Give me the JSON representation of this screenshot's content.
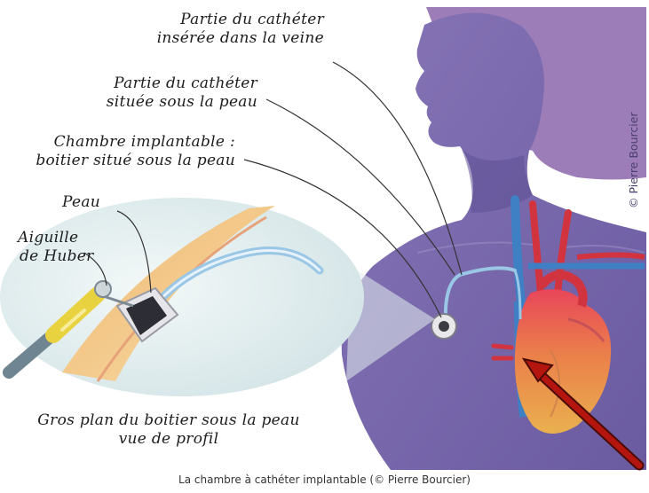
{
  "labels": {
    "catheter_in_vein": [
      "Partie du cathéter",
      "insérée dans la veine"
    ],
    "catheter_under_skin": [
      "Partie du cathéter",
      "située sous la peau"
    ],
    "implantable_chamber": [
      "Chambre implantable :",
      "boitier situé sous la peau"
    ],
    "skin": "Peau",
    "huber_needle": [
      "Aiguille",
      "de Huber"
    ],
    "closeup": [
      "Gros plan du boitier sous la peau",
      "vue de profil"
    ]
  },
  "credit": "© Pierre Bourcier",
  "caption": "La chambre à cathéter implantable (© Pierre Bourcier)",
  "colors": {
    "body": "#7a6aac",
    "body_dark": "#5c4f93",
    "background_purple": "#9a79b3",
    "closeup_bg": "#e4efef",
    "vein": "#3f7fc4",
    "artery": "#d2343f",
    "catheter": "#9ac7e6",
    "heart": "#e9a04c",
    "arrow": "#b5150f",
    "needle_yellow": "#e9d23f"
  },
  "icons": [
    "red-arrow-icon",
    "heart-icon",
    "port-icon",
    "huber-needle-icon"
  ]
}
